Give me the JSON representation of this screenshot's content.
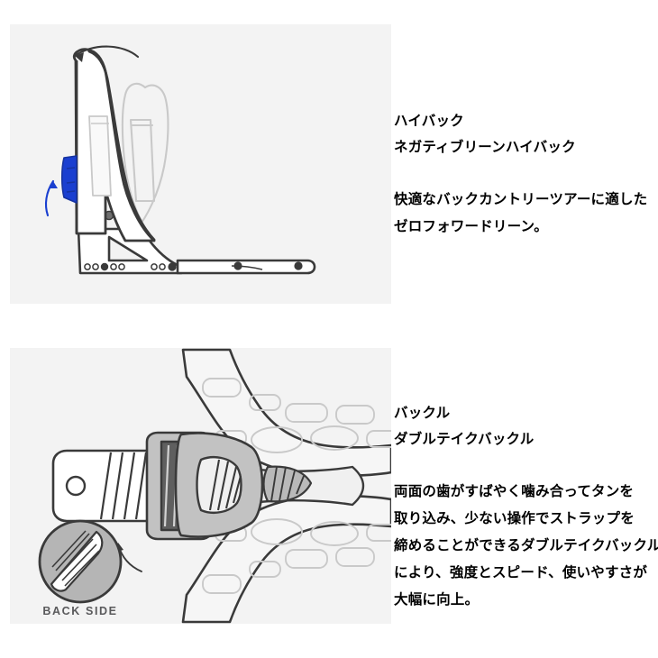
{
  "features": [
    {
      "id": "highback",
      "heading_lines": [
        "ハイバック",
        "ネガティブリーンハイバック"
      ],
      "body_lines": [
        "快適なバックカントリーツアーに適した",
        "ゼロフォワードリーン。"
      ],
      "illustration": {
        "name": "snowboard-binding-highback-side-view",
        "accent_color": "#1a3fd0",
        "line_color": "#3a3a3a",
        "ghost_color": "#c9c9c9",
        "panel_background": "#f3f3f3",
        "motion_arrow_color": "#3a3a3a",
        "lean_arrow_color": "#1a3fd0"
      }
    },
    {
      "id": "buckle",
      "heading_lines": [
        "バックル",
        "ダブルテイクバックル"
      ],
      "body_lines": [
        "両面の歯がすばやく噛み合ってタンを",
        "取り込み、少ない操作でストラップを",
        "締めることができるダブルテイクバックル",
        "により、強度とスピード、使いやすさが",
        "大幅に向上。"
      ],
      "illustration": {
        "name": "double-take-buckle-ratchet-strap",
        "callout_label": "BACK SIDE",
        "callout_label_color": "#59595b",
        "callout_fill": "#b5b5b5",
        "line_color": "#3a3a3a",
        "metal_fill": "#6e6e6e",
        "body_fill": "#c2c2c2",
        "panel_background": "#f3f3f3"
      }
    }
  ]
}
